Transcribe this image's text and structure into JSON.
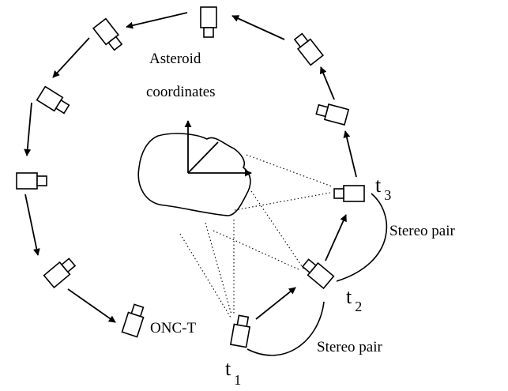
{
  "labels": {
    "asteroid_line1": "Asteroid",
    "asteroid_line2": "coordinates",
    "camera_name": "ONC-T",
    "t1_base": "t",
    "t1_sub": "1",
    "t2_base": "t",
    "t2_sub": "2",
    "t3_base": "t",
    "t3_sub": "3",
    "stereo_pair_upper": "Stereo pair",
    "stereo_pair_lower": "Stereo pair"
  },
  "colors": {
    "ink": "#000000",
    "background": "#ffffff"
  },
  "cameras": [
    {
      "id": "top",
      "icon": "camera-icon"
    },
    {
      "id": "upper-left",
      "icon": "camera-icon"
    },
    {
      "id": "left-upper",
      "icon": "camera-icon"
    },
    {
      "id": "left-middle",
      "icon": "camera-icon"
    },
    {
      "id": "left-lower",
      "icon": "camera-icon"
    },
    {
      "id": "onc-t",
      "icon": "camera-icon"
    },
    {
      "id": "t1",
      "icon": "camera-icon"
    },
    {
      "id": "t2",
      "icon": "camera-icon"
    },
    {
      "id": "t3",
      "icon": "camera-icon"
    },
    {
      "id": "right-lower",
      "icon": "camera-icon"
    },
    {
      "id": "right-middle",
      "icon": "camera-icon"
    },
    {
      "id": "right-upper",
      "icon": "camera-icon"
    }
  ]
}
